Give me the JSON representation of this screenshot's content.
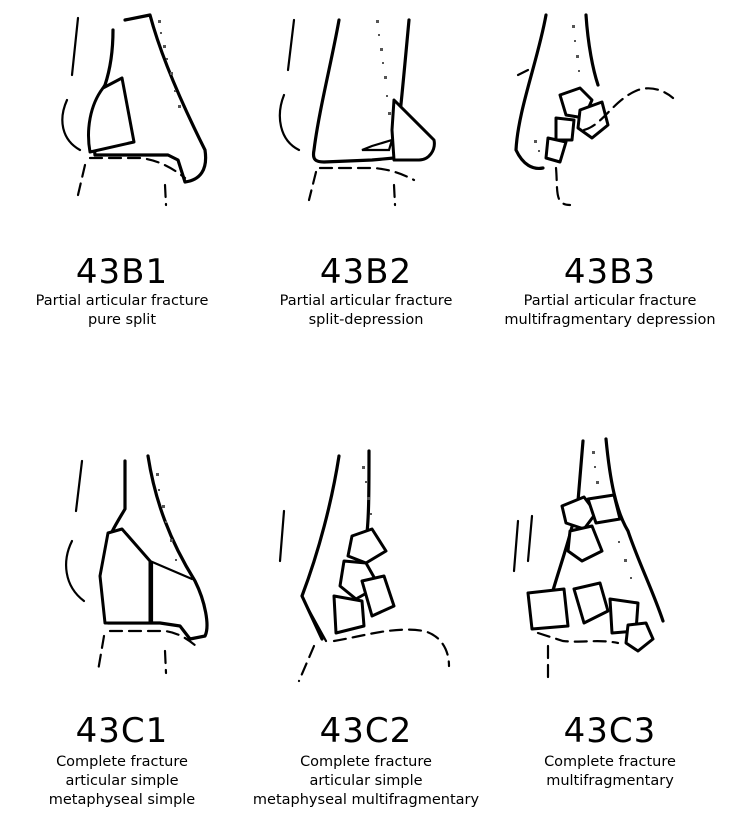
{
  "panels": [
    {
      "code": "43B1",
      "lines": [
        "Partial articular fracture",
        "pure split"
      ]
    },
    {
      "code": "43B2",
      "lines": [
        "Partial articular fracture",
        "split-depression"
      ]
    },
    {
      "code": "43B3",
      "lines": [
        "Partial articular fracture",
        "multifragmentary depression"
      ]
    },
    {
      "code": "43C1",
      "lines": [
        "Complete fracture",
        "articular simple",
        "metaphyseal simple"
      ]
    },
    {
      "code": "43C2",
      "lines": [
        "Complete fracture",
        "articular simple",
        "metaphyseal multifragmentary"
      ]
    },
    {
      "code": "43C3",
      "lines": [
        "Complete fracture",
        "multifragmentary"
      ]
    }
  ]
}
